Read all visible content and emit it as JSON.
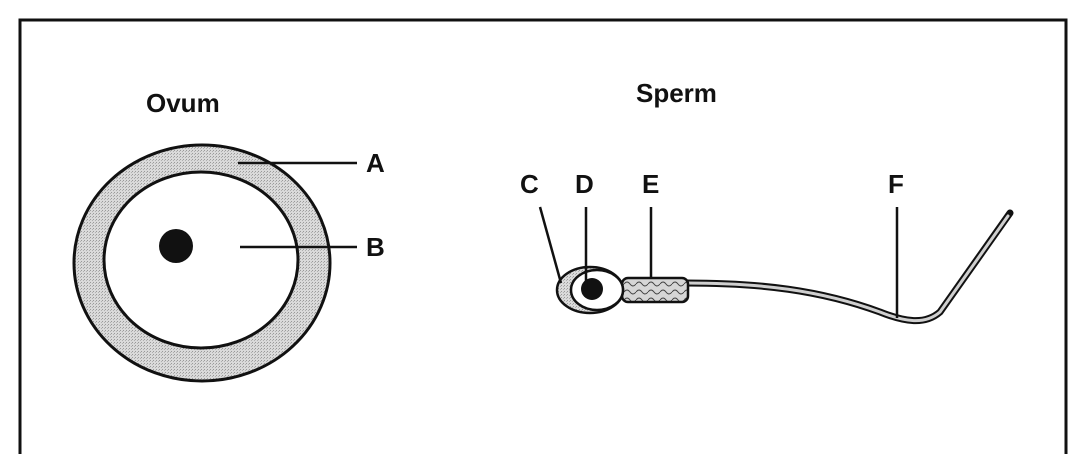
{
  "ovum": {
    "title": "Ovum",
    "label_a": "A",
    "label_b": "B"
  },
  "sperm": {
    "title": "Sperm",
    "label_c": "C",
    "label_d": "D",
    "label_e": "E",
    "label_f": "F"
  },
  "colors": {
    "outline": "#111111",
    "shading": "#c9c9c9",
    "background": "#ffffff"
  }
}
